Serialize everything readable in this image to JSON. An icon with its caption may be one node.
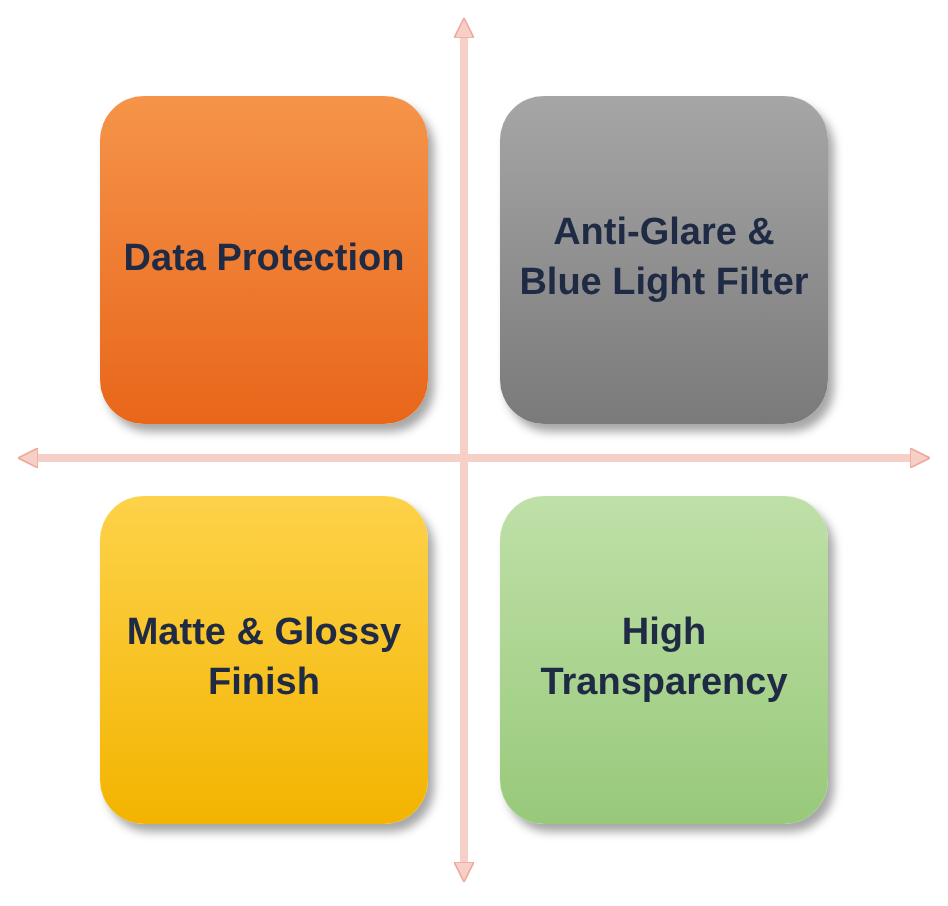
{
  "diagram": {
    "nodes": [
      {
        "text": [
          "Data Protection"
        ]
      },
      {
        "text": [
          "Anti-Glare & Blue Light Filter"
        ]
      },
      {
        "text": [
          "Matte & Glossy Finish"
        ]
      },
      {
        "text": [
          "High Transparency"
        ]
      }
    ],
    "edges": []
  }
}
